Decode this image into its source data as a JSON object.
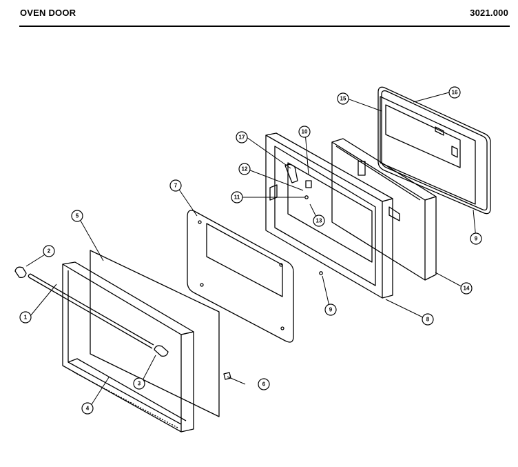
{
  "header": {
    "title": "OVEN DOOR",
    "code": "3021.000"
  },
  "callouts": [
    {
      "id": "c1",
      "label": "1",
      "part": "handle-bar"
    },
    {
      "id": "c2",
      "label": "2",
      "part": "handle-end-left"
    },
    {
      "id": "c3",
      "label": "3",
      "part": "handle-end-right"
    },
    {
      "id": "c4",
      "label": "4",
      "part": "outer-door-frame"
    },
    {
      "id": "c5",
      "label": "5",
      "part": "outer-glass"
    },
    {
      "id": "c6",
      "label": "6",
      "part": "clip"
    },
    {
      "id": "c7",
      "label": "7",
      "part": "inner-glass-panel"
    },
    {
      "id": "c8",
      "label": "8",
      "part": "door-frame"
    },
    {
      "id": "c9a",
      "label": "9",
      "part": "screw-lower"
    },
    {
      "id": "c9b",
      "label": "9",
      "part": "screw-right"
    },
    {
      "id": "c10",
      "label": "10",
      "part": "bracket"
    },
    {
      "id": "c11",
      "label": "11",
      "part": "screw"
    },
    {
      "id": "c12",
      "label": "12",
      "part": "spring"
    },
    {
      "id": "c13",
      "label": "13",
      "part": "pin"
    },
    {
      "id": "c14",
      "label": "14",
      "part": "insulation-box"
    },
    {
      "id": "c15",
      "label": "15",
      "part": "inner-door-liner"
    },
    {
      "id": "c16",
      "label": "16",
      "part": "gasket"
    },
    {
      "id": "c17",
      "label": "17",
      "part": "hinge-lever"
    }
  ]
}
